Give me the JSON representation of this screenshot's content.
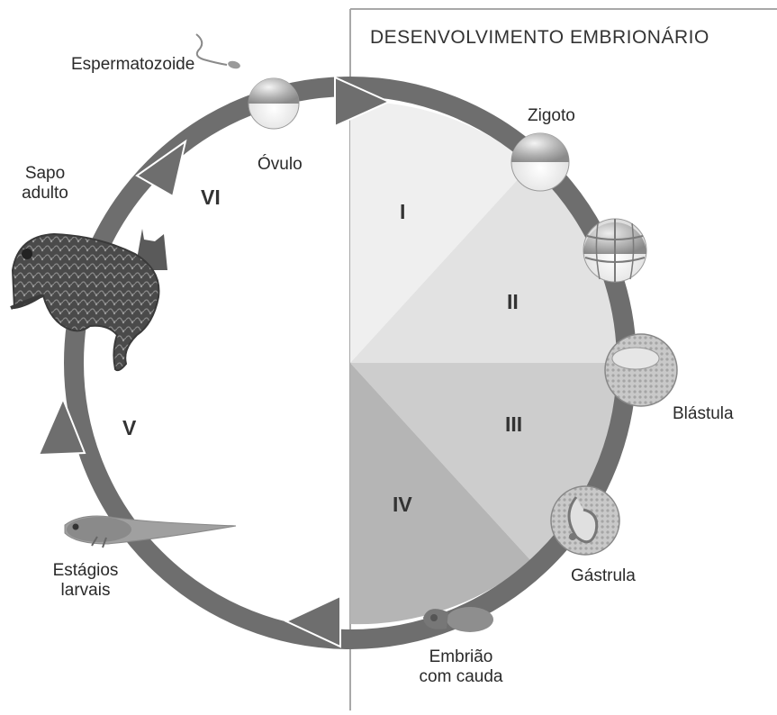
{
  "panel": {
    "title": "DESENVOLVIMENTO EMBRIONÁRIO"
  },
  "stages": {
    "espermatozoide": "Espermatozoide",
    "ovulo": "Óvulo",
    "zigoto": "Zigoto",
    "blastula": "Blástula",
    "gastrula": "Gástrula",
    "embriao_line1": "Embrião",
    "embriao_line2": "com cauda",
    "larvais_line1": "Estágios",
    "larvais_line2": "larvais",
    "sapo_line1": "Sapo",
    "sapo_line2": "adulto"
  },
  "phases": [
    "I",
    "II",
    "III",
    "IV",
    "V",
    "VI"
  ],
  "colors": {
    "ring": "#6e6e6e",
    "sector_I": "#efefef",
    "sector_II": "#e2e2e2",
    "sector_III": "#cdcdcd",
    "sector_IV": "#b5b5b5",
    "frame": "#9a9a9a"
  },
  "icons": [
    "sperm-icon",
    "egg-icon",
    "zygote-icon",
    "cleavage-embryo-icon",
    "blastula-icon",
    "gastrula-icon",
    "tailed-embryo-icon",
    "tadpole-icon",
    "frog-icon"
  ]
}
